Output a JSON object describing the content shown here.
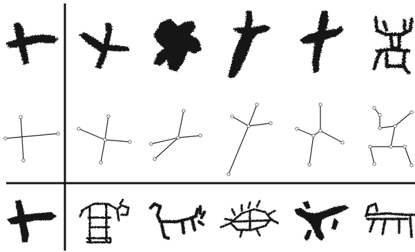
{
  "figure": {
    "rows": [
      {
        "id": "petroglyph-shapes",
        "cells": [
          "query-glyph-cross",
          "glyph-cross-1",
          "glyph-cross-blocky",
          "glyph-figure-diagonal",
          "glyph-cross-2",
          "glyph-humanoid"
        ]
      },
      {
        "id": "skeleton-graphs",
        "cells": [
          "skeleton-query",
          "skeleton-1",
          "skeleton-2",
          "skeleton-3",
          "skeleton-4",
          "skeleton-5"
        ]
      },
      {
        "id": "retrieved-glyphs",
        "cells": [
          "query-glyph-cross-repeat",
          "glyph-grid-creature",
          "glyph-quadruped",
          "glyph-fish-like",
          "glyph-archer",
          "glyph-long-quadruped"
        ]
      }
    ],
    "colors": {
      "ink": "#161616",
      "divider": "#111111",
      "node_fill": "#ffffff",
      "node_stroke": "#555555",
      "background": "#ffffff"
    }
  }
}
